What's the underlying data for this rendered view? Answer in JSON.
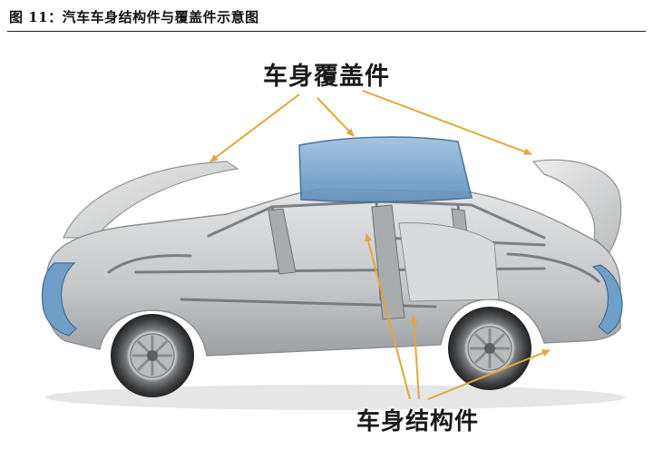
{
  "figure": {
    "caption": "图 11：汽车车身结构件与覆盖件示意图"
  },
  "callouts": {
    "covers_label": "车身覆盖件",
    "structure_label": "车身结构件"
  },
  "colors": {
    "arrow": "#e3a63a",
    "covers_blue": "#6f9fc8",
    "shell_grey": "#c9cbcd"
  }
}
